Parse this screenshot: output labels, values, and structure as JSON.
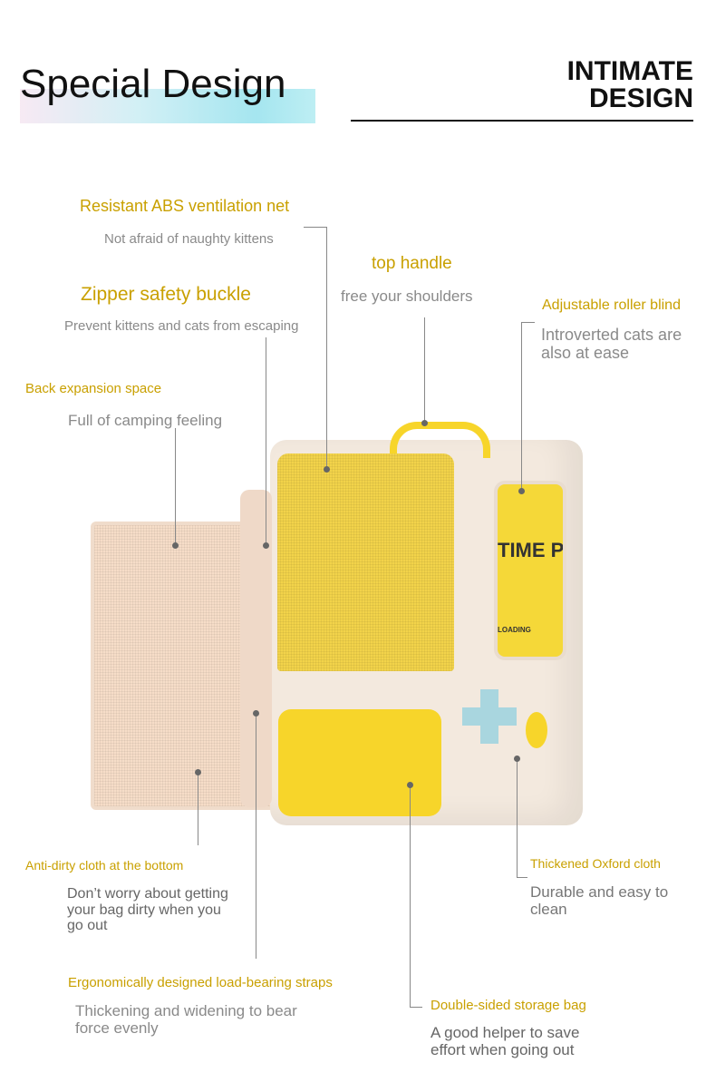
{
  "header": {
    "title": "Special Design",
    "subtitle_line1": "INTIMATE",
    "subtitle_line2": "DESIGN"
  },
  "features": [
    {
      "title": "Resistant ABS ventilation net",
      "desc": "Not afraid of naughty kittens"
    },
    {
      "title": "top handle",
      "desc": "free your shoulders"
    },
    {
      "title": "Zipper safety buckle",
      "desc": "Prevent kittens and cats from escaping"
    },
    {
      "title": "Adjustable roller blind",
      "desc": "Introverted cats are also at ease"
    },
    {
      "title": "Back expansion space",
      "desc": "Full of camping feeling"
    },
    {
      "title": "Anti-dirty cloth at the bottom",
      "desc": "Don’t worry about getting your bag dirty when you go out"
    },
    {
      "title": "Thickened Oxford cloth",
      "desc": "Durable and easy to clean"
    },
    {
      "title": "Ergonomically designed load-bearing straps",
      "desc": "Thickening and widening to bear force evenly"
    },
    {
      "title": "Double-sided storage bag",
      "desc": "A good helper to save effort when going out"
    }
  ],
  "product": {
    "window_text": "TIME PET",
    "status_text": "LOADING"
  },
  "colors": {
    "gold": "#c9a000",
    "yellow": "#f7d52a",
    "cream": "#f3e9de"
  }
}
